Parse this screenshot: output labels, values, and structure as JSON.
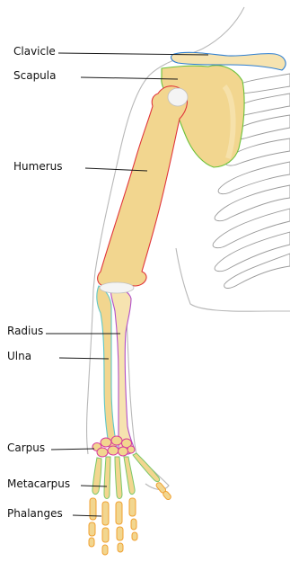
{
  "labels": {
    "clavicle": "Clavicle",
    "scapula": "Scapula",
    "humerus": "Humerus",
    "radius": "Radius",
    "ulna": "Ulna",
    "carpus": "Carpus",
    "metacarpus": "Metacarpus",
    "phalanges": "Phalanges"
  },
  "colors": {
    "bone_fill": "#f2d68f",
    "bone_light": "#f6e3b0",
    "clavicle_outline": "#2f7fd1",
    "scapula_outline": "#6cc23a",
    "humerus_outline": "#e0343a",
    "radius_outline": "#b24fc9",
    "ulna_outline": "#5fc7c7",
    "carpus_outline": "#d83a9a",
    "metacarpus_outline": "#7bc86a",
    "phalanges_outline": "#f0a030",
    "body_outline": "#b8b8b8",
    "rib_outline": "#9a9a9a"
  }
}
